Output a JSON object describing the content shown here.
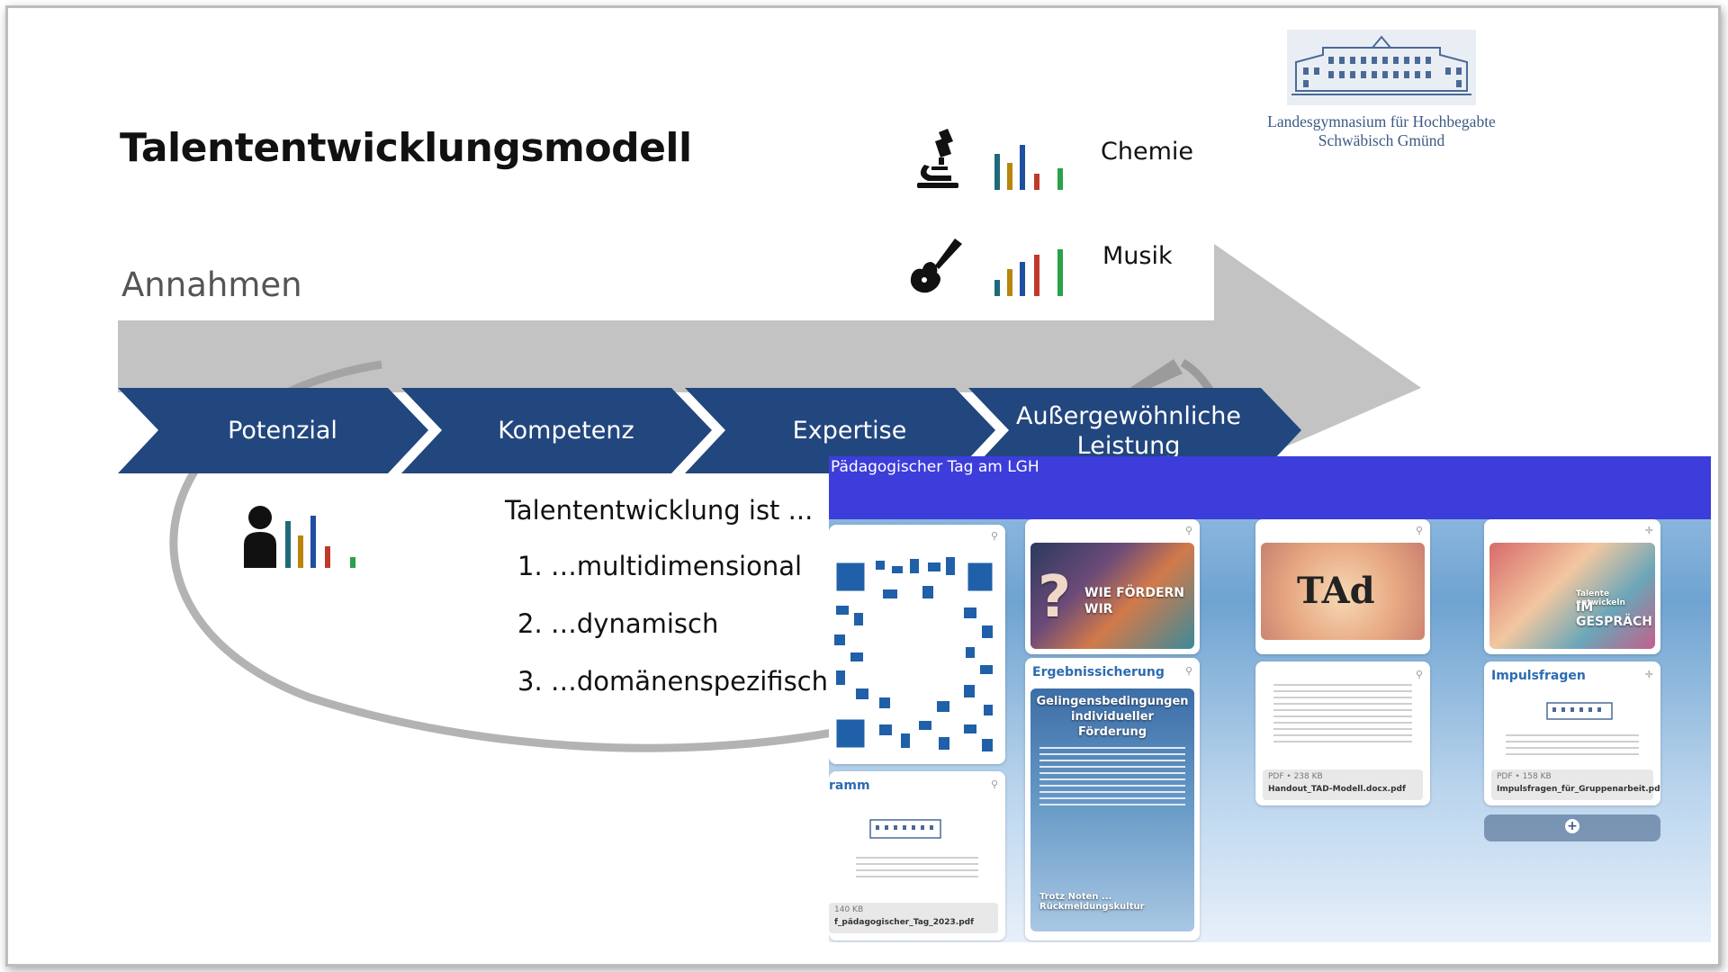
{
  "slide": {
    "title": "Talententwicklungsmodell",
    "subtitle": "Annahmen",
    "logo": {
      "line1": "Landesgymnasium für Hochbegabte",
      "line2": "Schwäbisch Gmünd"
    },
    "domains": [
      {
        "label": "Chemie",
        "icon": "microscope-icon"
      },
      {
        "label": "Musik",
        "icon": "guitar-icon"
      }
    ],
    "stages": [
      "Potenzial",
      "Kompetenz",
      "Expertise",
      "Außergewöhnliche Leistung"
    ],
    "talent": {
      "heading": "Talententwicklung ist ...",
      "items": [
        "1. …multidimensional",
        "2. …dynamisch",
        "3. …domänenspezifisch"
      ]
    },
    "colors": {
      "chevron": "#22467e",
      "grey_arrow": "#c3c3c3",
      "bar_colors": [
        "#1f6a7a",
        "#b8860b",
        "#1f4fa0",
        "#2aa24a"
      ]
    }
  },
  "app": {
    "title": "Pädagogischer Tag am LGH",
    "header_color": "#3d3ddb",
    "cards": {
      "qr": {
        "icon": "qr-code-icon"
      },
      "program": {
        "head": "ramm",
        "size": "140 KB",
        "file": "f_pädagogischer_Tag_2023.pdf"
      },
      "wie": {
        "line1": "WIE FÖRDERN",
        "line2": "WIR"
      },
      "tad": {
        "text": "TAd"
      },
      "gespraech": {
        "line1": "Talente entwickeln",
        "line2": "IM GESPRÄCH"
      },
      "ergebnis": {
        "head": "Ergebnissicherung",
        "heading": "Gelingensbedingungen individueller Förderung",
        "closing": "Trotz Noten ... Rückmeldungskultur"
      },
      "handout": {
        "meta": "PDF • 238 KB",
        "file": "Handout_TAD-Modell.docx.pdf"
      },
      "impuls": {
        "head": "Impulsfragen",
        "meta": "PDF • 158 KB",
        "file": "Impulsfragen_für_Gruppenarbeit.pdf"
      }
    }
  }
}
